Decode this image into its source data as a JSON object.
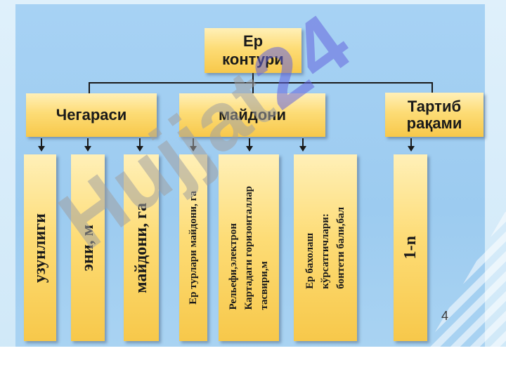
{
  "diagram": {
    "top": "Ер\nконтури",
    "categories": [
      {
        "label": "Чегараси"
      },
      {
        "label": "майдони"
      },
      {
        "label": "Тартиб\nрақами"
      }
    ],
    "leaves": [
      {
        "label": "узунлиги"
      },
      {
        "label": "эни, м"
      },
      {
        "label": "майдони, га"
      },
      {
        "label": "Ер турлари майдони, га"
      },
      {
        "label": "Рельефи,электрон\nКартадаги горизонталлар\nтасвири,м"
      },
      {
        "label": "Ер бахолаш\nкўрсатгичлари:\nбонтети бали,бал"
      },
      {
        "label": "1-n"
      }
    ]
  },
  "slide": {
    "page_number": "4"
  },
  "watermark": {
    "text": "Hujjat",
    "num": "24"
  }
}
